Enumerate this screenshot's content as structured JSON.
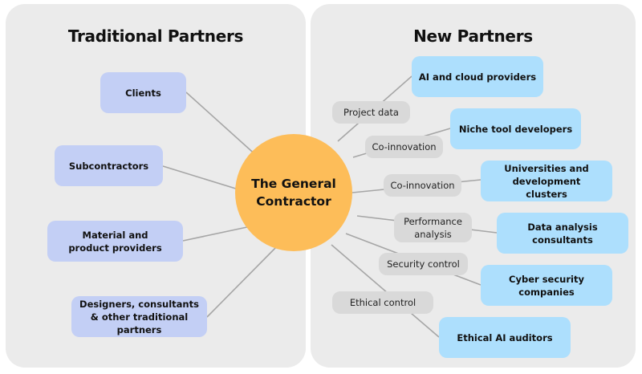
{
  "colors": {
    "panel_bg": "#ebebeb",
    "traditional_node": "#c3cff5",
    "new_node": "#addffd",
    "edge_label": "#d9d9d9",
    "center": "#fdbd59",
    "connector": "#a6a6a6"
  },
  "left_panel": {
    "title": "Traditional Partners",
    "nodes": [
      {
        "label": "Clients"
      },
      {
        "label": "Subcontractors"
      },
      {
        "label": "Material and product providers"
      },
      {
        "label": "Designers, consultants & other traditional partners"
      }
    ]
  },
  "center": {
    "label": "The General Contractor"
  },
  "right_panel": {
    "title": "New Partners",
    "nodes": [
      {
        "label": "AI and cloud providers",
        "relation": "Project data"
      },
      {
        "label": "Niche tool developers",
        "relation": "Co-innovation"
      },
      {
        "label": "Universities and development clusters",
        "relation": "Co-innovation"
      },
      {
        "label": "Data analysis consultants",
        "relation": "Performance analysis"
      },
      {
        "label": "Cyber security companies",
        "relation": "Security control"
      },
      {
        "label": "Ethical AI auditors",
        "relation": "Ethical control"
      }
    ]
  }
}
